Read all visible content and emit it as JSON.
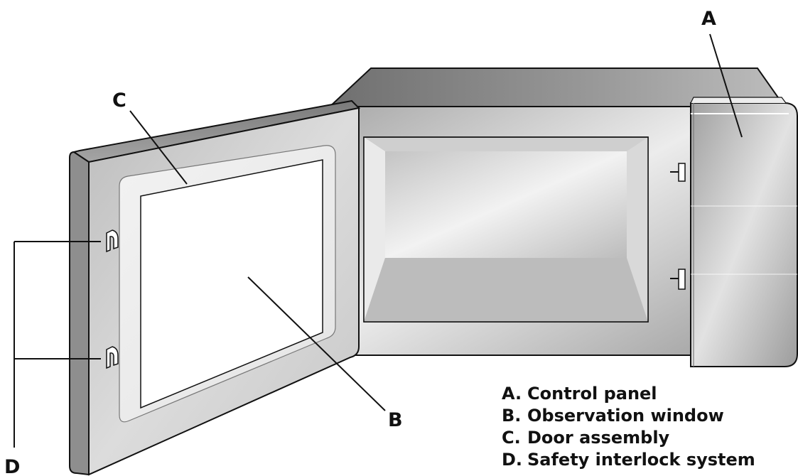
{
  "callouts": {
    "a": "A",
    "b": "B",
    "c": "C",
    "d": "D"
  },
  "legend": [
    {
      "key": "A.",
      "text": "Control panel"
    },
    {
      "key": "B.",
      "text": "Observation window"
    },
    {
      "key": "C.",
      "text": "Door assembly"
    },
    {
      "key": "D.",
      "text": "Safety interlock system"
    }
  ],
  "colors": {
    "outline": "#111111",
    "body_dark": "#8d8d8d",
    "body_light": "#e6e6e6",
    "door_face": "#cfcfcf",
    "window": "#ffffff"
  }
}
